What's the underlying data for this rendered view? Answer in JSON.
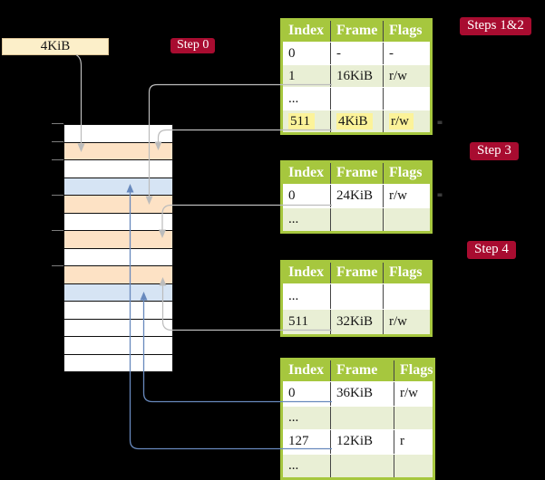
{
  "frame_box": {
    "label": "4KiB"
  },
  "step_labels": {
    "step0": "Step 0",
    "steps12": "Steps 1&2",
    "step3": "Step 3",
    "step4": "Step 4"
  },
  "colors": {
    "background": "#000000",
    "table_header_green": "#a6c73e",
    "table_row_pale_green": "#e9efd5",
    "memory_page_table_orange": "#fde2c5",
    "memory_data_page_blue": "#d6e4f4",
    "step_label_red": "#a80c30",
    "highlight_yellow": "#fcf399",
    "frame_box_cream": "#fcefc9",
    "connector_gray": "#bcbcbc",
    "connector_blue": "#6889bd"
  },
  "tables": [
    {
      "name": "page-table-steps-1-2",
      "headers": [
        "Index",
        "Frame",
        "Flags"
      ],
      "rows": [
        {
          "cells": [
            "0",
            "-",
            "-"
          ],
          "shade": "white",
          "highlight": false
        },
        {
          "cells": [
            "1",
            "16KiB",
            "r/w"
          ],
          "shade": "green",
          "highlight": false
        },
        {
          "cells": [
            "...",
            "",
            ""
          ],
          "shade": "white",
          "highlight": false
        },
        {
          "cells": [
            "511",
            "4KiB",
            "r/w"
          ],
          "shade": "green",
          "highlight": true
        }
      ]
    },
    {
      "name": "page-table-step-3",
      "headers": [
        "Index",
        "Frame",
        "Flags"
      ],
      "rows": [
        {
          "cells": [
            "0",
            "24KiB",
            "r/w"
          ],
          "shade": "white",
          "highlight": false
        },
        {
          "cells": [
            "...",
            "",
            ""
          ],
          "shade": "green",
          "highlight": false
        }
      ]
    },
    {
      "name": "page-table-step-4-upper",
      "headers": [
        "Index",
        "Frame",
        "Flags"
      ],
      "rows": [
        {
          "cells": [
            "...",
            "",
            ""
          ],
          "shade": "white",
          "highlight": false
        },
        {
          "cells": [
            "511",
            "32KiB",
            "r/w"
          ],
          "shade": "green",
          "highlight": false
        }
      ]
    },
    {
      "name": "page-table-step-4-lower",
      "headers": [
        "Index",
        "Frame",
        "Flags"
      ],
      "rows": [
        {
          "cells": [
            "0",
            "36KiB",
            "r/w"
          ],
          "shade": "white",
          "highlight": false
        },
        {
          "cells": [
            "...",
            "",
            ""
          ],
          "shade": "green",
          "highlight": false
        },
        {
          "cells": [
            "127",
            "12KiB",
            "r"
          ],
          "shade": "white",
          "highlight": false
        },
        {
          "cells": [
            "...",
            "",
            ""
          ],
          "shade": "green",
          "highlight": false
        }
      ]
    }
  ],
  "memory": {
    "row_colors": [
      "white",
      "orange",
      "white",
      "blue",
      "orange",
      "white",
      "orange",
      "white",
      "orange",
      "blue",
      "white",
      "white",
      "white",
      "white"
    ]
  },
  "connectors": [
    {
      "from": "4KiB-box",
      "to": "memory-frame-4KiB",
      "color": "gray"
    },
    {
      "from": "steps12-row-index-1",
      "to": "memory-frame-16KiB",
      "color": "gray"
    },
    {
      "from": "steps12-row-index-511",
      "to": "memory-frame-4KiB",
      "color": "gray"
    },
    {
      "from": "step3-row-index-0",
      "to": "memory-frame-24KiB",
      "color": "gray"
    },
    {
      "from": "step4-row-index-511",
      "to": "memory-frame-32KiB",
      "color": "gray"
    },
    {
      "from": "step4-row-index-0",
      "to": "memory-frame-36KiB",
      "color": "blue"
    },
    {
      "from": "step4-row-index-127",
      "to": "memory-frame-12KiB",
      "color": "blue"
    }
  ]
}
